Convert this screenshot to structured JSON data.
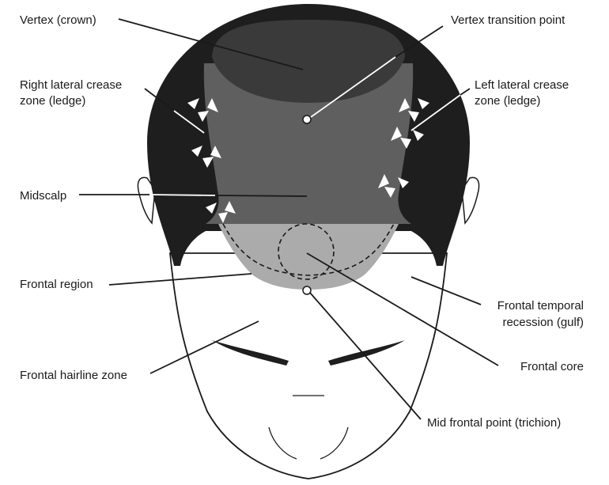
{
  "labels": {
    "vertex_crown": "Vertex (crown)",
    "vertex_transition": "Vertex transition point",
    "right_lateral_1": "Right lateral crease",
    "right_lateral_2": "zone (ledge)",
    "left_lateral_1": "Left lateral crease",
    "left_lateral_2": "zone (ledge)",
    "midscalp": "Midscalp",
    "frontal_region": "Frontal region",
    "frontal_temporal_1": "Frontal temporal",
    "frontal_temporal_2": "recession (gulf)",
    "frontal_core": "Frontal core",
    "frontal_hairline": "Frontal hairline zone",
    "mid_frontal": "Mid frontal point (trichion)"
  },
  "colors": {
    "hair": "#1e1e1e",
    "crown": "#3a3a3a",
    "midscalp": "#5f5f5f",
    "frontal": "#ababab",
    "skin": "#ffffff"
  }
}
